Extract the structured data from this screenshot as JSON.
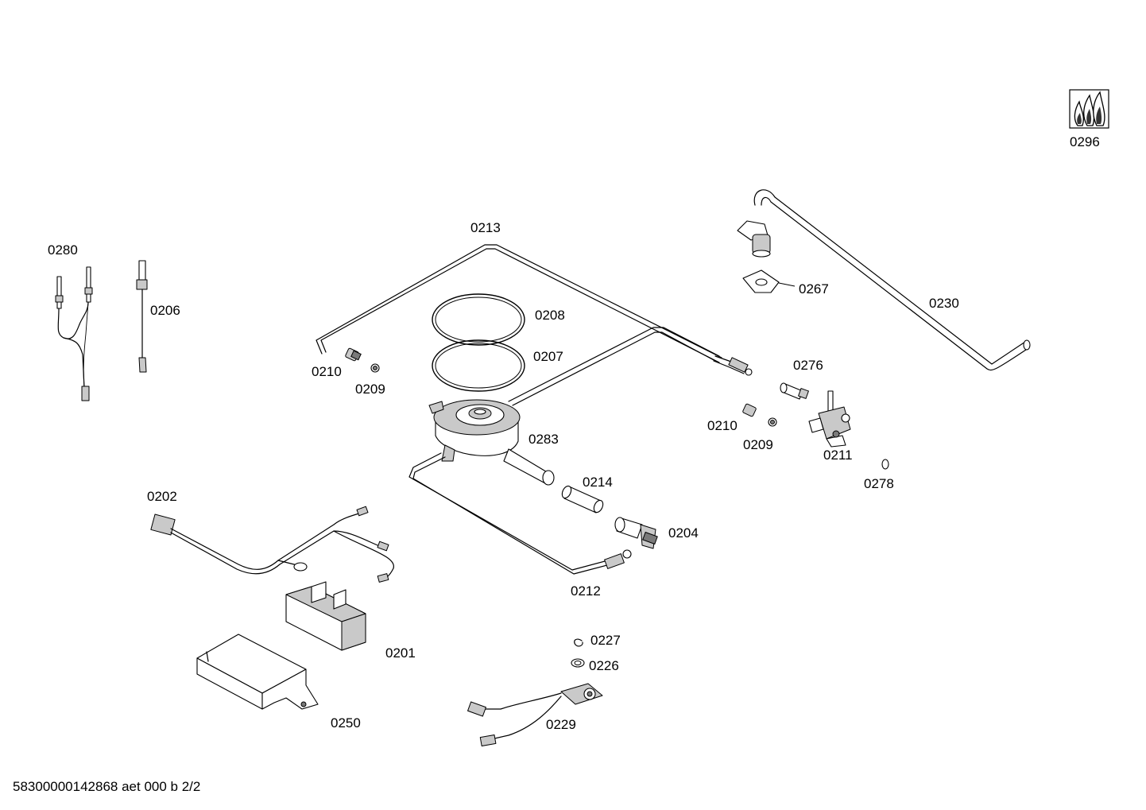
{
  "parts": [
    {
      "id": "0296",
      "label": "0296"
    },
    {
      "id": "0280",
      "label": "0280"
    },
    {
      "id": "0206",
      "label": "0206"
    },
    {
      "id": "0213",
      "label": "0213"
    },
    {
      "id": "0208",
      "label": "0208"
    },
    {
      "id": "0207",
      "label": "0207"
    },
    {
      "id": "0210a",
      "label": "0210"
    },
    {
      "id": "0209a",
      "label": "0209"
    },
    {
      "id": "0283",
      "label": "0283"
    },
    {
      "id": "0214",
      "label": "0214"
    },
    {
      "id": "0204",
      "label": "0204"
    },
    {
      "id": "0212",
      "label": "0212"
    },
    {
      "id": "0202",
      "label": "0202"
    },
    {
      "id": "0201",
      "label": "0201"
    },
    {
      "id": "0250",
      "label": "0250"
    },
    {
      "id": "0227",
      "label": "0227"
    },
    {
      "id": "0226",
      "label": "0226"
    },
    {
      "id": "0229",
      "label": "0229"
    },
    {
      "id": "0267",
      "label": "0267"
    },
    {
      "id": "0230",
      "label": "0230"
    },
    {
      "id": "0276",
      "label": "0276"
    },
    {
      "id": "0210b",
      "label": "0210"
    },
    {
      "id": "0209b",
      "label": "0209"
    },
    {
      "id": "0211",
      "label": "0211"
    },
    {
      "id": "0278",
      "label": "0278"
    }
  ],
  "footer": {
    "code": "58300000142868 aet 000 b 2/2"
  },
  "icons": {
    "gas_symbol": "gas-flame-icon"
  }
}
